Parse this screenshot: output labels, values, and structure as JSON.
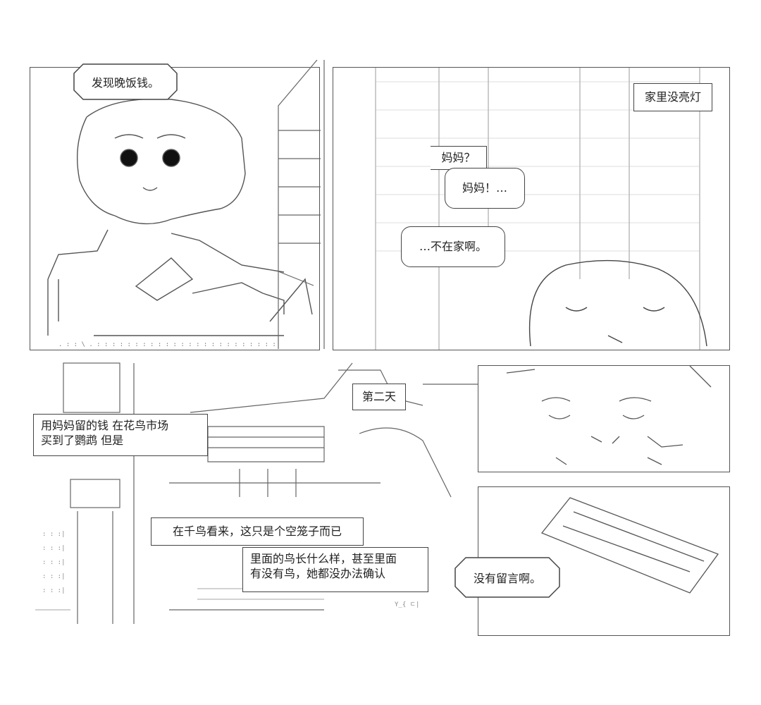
{
  "captions": {
    "found_money": "发现晚饭钱。",
    "no_light": "家里没亮灯",
    "mom_question": "妈妈？",
    "mom_call": "妈妈！…",
    "not_home": "…不在家啊。",
    "second_day": "第二天",
    "bought_line1": "用妈妈留的钱 在花鸟市场",
    "bought_line2": "买到了鹦鹉 但是",
    "empty_cage": "在千鸟看来，这只是个空笼子而已",
    "inside_line1": "里面的鸟长什么样，甚至里面",
    "inside_line2": "有没有鸟，她都没办法确认",
    "no_message": "没有留言啊。"
  },
  "colors": {
    "ink": "#444444",
    "paper": "#ffffff"
  }
}
